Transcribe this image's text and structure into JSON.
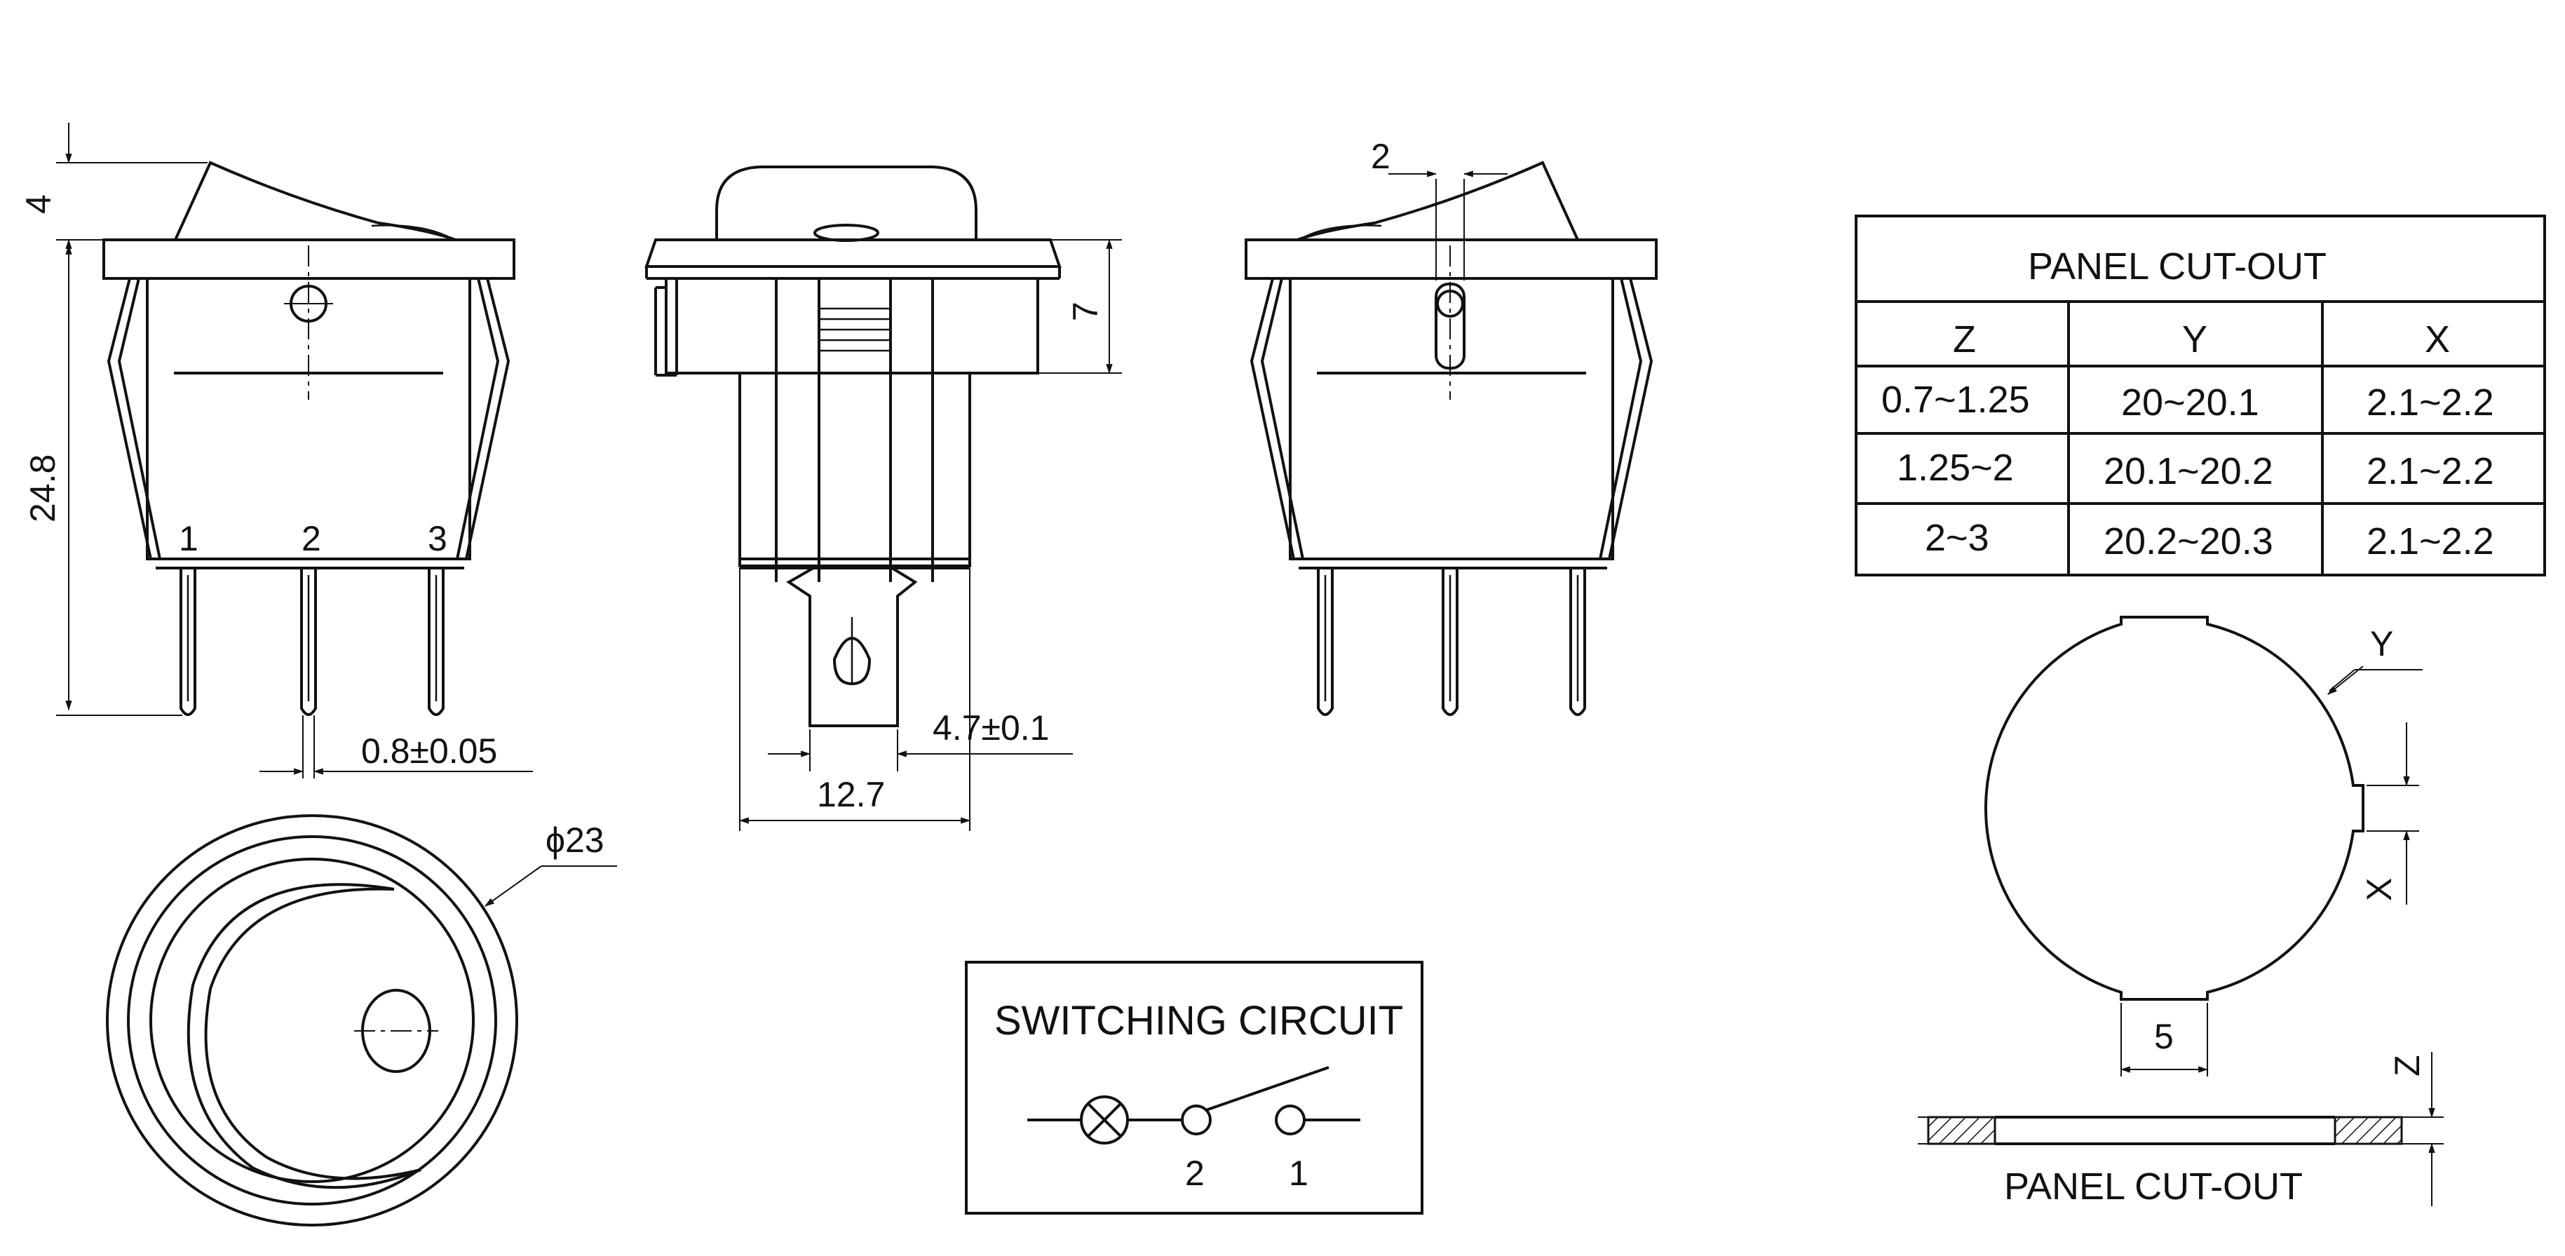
{
  "front_view": {
    "dim_height_total": "24.8",
    "dim_rocker_height": "4",
    "pin_labels": [
      "1",
      "2",
      "3"
    ],
    "dim_pin_width": "0.8±0.05"
  },
  "side_view": {
    "dim_frame_height": "7",
    "dim_tab_width": "4.7±0.1",
    "dim_body_width": "12.7"
  },
  "back_view": {
    "dim_offset": "2"
  },
  "top_view": {
    "dim_diameter": "ϕ23"
  },
  "cutout_table": {
    "title": "PANEL CUT-OUT",
    "headers": [
      "Z",
      "Y",
      "X"
    ],
    "rows": [
      [
        "0.7~1.25",
        "20~20.1",
        "2.1~2.2"
      ],
      [
        "1.25~2",
        "20.1~20.2",
        "2.1~2.2"
      ],
      [
        "2~3",
        "20.2~20.3",
        "2.1~2.2"
      ]
    ]
  },
  "cutout_drawing": {
    "label_y": "Y",
    "label_x": "X",
    "dim_notch": "5",
    "label_z": "Z",
    "caption": "PANEL CUT-OUT"
  },
  "switching_circuit": {
    "title": "SWITCHING CIRCUIT",
    "terminal_labels": [
      "2",
      "1"
    ]
  }
}
